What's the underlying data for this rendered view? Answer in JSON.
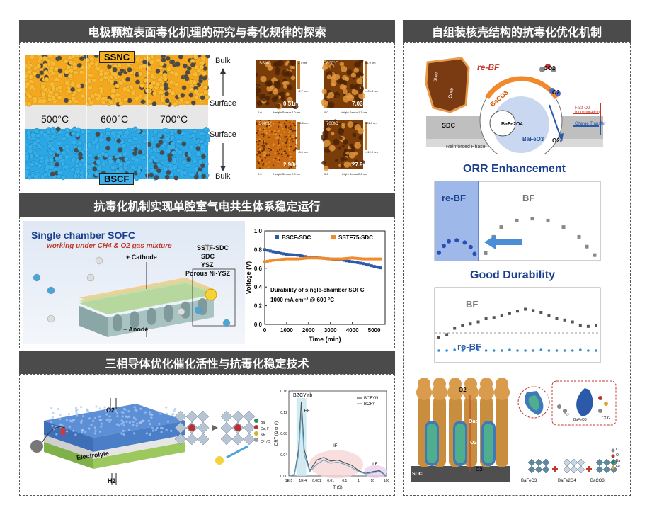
{
  "banners": {
    "b1": "电极颗粒表面毒化机理的研究与毒化规律的探索",
    "b2": "抗毒化机制实现单腔室气电共生体系稳定运行",
    "b3": "三相导体优化催化活性与抗毒化稳定技术",
    "b4": "自组装核壳结构的抗毒化优化机制"
  },
  "panel1": {
    "ssnc": "SSNC",
    "bscf": "BSCF",
    "bulk_top": "Bulk",
    "surface_top": "Surface",
    "surface_bot": "Surface",
    "bulk_bot": "Bulk",
    "temps": [
      "500°C",
      "600°C",
      "700°C"
    ],
    "afm": [
      {
        "corner": "SSNC",
        "value": "0.51nm",
        "scale_top": "2.7 nm",
        "scale_bot": "-2.7 nm",
        "axis": "Height Sensor",
        "x0": "0.0",
        "x1": "2.0 um"
      },
      {
        "corner": "600°C",
        "value": "7.03nm",
        "scale_top": "81.9 nm",
        "scale_bot": "-101.6 nm",
        "axis": "Height Sensor",
        "x0": "0.0",
        "x1": "1.7 um"
      },
      {
        "corner": "500°C",
        "value": "2.98nm",
        "scale_top": "16.6 nm",
        "scale_bot": "-8.0 nm",
        "axis": "Height Sensor",
        "x0": "0.0",
        "x1": "2.0 um"
      },
      {
        "corner": "700°C",
        "value": "27.9nm",
        "scale_top": "131.0 nm",
        "scale_bot": "-112.0 nm",
        "axis": "Height Sensor",
        "x0": "0.0",
        "x1": "2.0 um"
      }
    ]
  },
  "panel2": {
    "title": "Single chamber SOFC",
    "subtitle": "working under CH4 & O2 gas mixture",
    "cathode": "+ Cathode",
    "anode": "− Anode",
    "layers": [
      "SSTF-SDC",
      "SDC",
      "YSZ",
      "Porous Ni-YSZ"
    ]
  },
  "chart_data": [
    {
      "type": "scatter",
      "title": "",
      "legend": [
        "BSCF-SDC",
        "SSTF75-SDC"
      ],
      "xlabel": "Time (min)",
      "ylabel": "Voltage (V)",
      "xlim": [
        0,
        5500
      ],
      "ylim": [
        0.0,
        1.0
      ],
      "xticks": [
        "0",
        "1000",
        "2000",
        "3000",
        "4000",
        "5000"
      ],
      "yticks": [
        "0.0",
        "0.2",
        "0.4",
        "0.6",
        "0.8",
        "1.0"
      ],
      "annotation_1": "Durability of single-chamber SOFC",
      "annotation_2": "1000 mA cm⁻² @ 600 °C",
      "series": [
        {
          "name": "BSCF-SDC",
          "color": "#2a5aa8",
          "x": [
            0,
            500,
            1000,
            1500,
            2000,
            2500,
            3000,
            3500,
            4000,
            4500,
            5000,
            5400
          ],
          "y": [
            0.8,
            0.77,
            0.75,
            0.74,
            0.72,
            0.71,
            0.7,
            0.69,
            0.67,
            0.65,
            0.62,
            0.6
          ]
        },
        {
          "name": "SSTF75-SDC",
          "color": "#f08a2c",
          "x": [
            0,
            500,
            1000,
            1500,
            2000,
            2500,
            3000,
            3500,
            4000,
            4500,
            5000,
            5400
          ],
          "y": [
            0.67,
            0.69,
            0.7,
            0.7,
            0.71,
            0.71,
            0.7,
            0.7,
            0.71,
            0.7,
            0.7,
            0.7
          ]
        }
      ]
    },
    {
      "type": "line",
      "title": "BZCYYb",
      "legend": [
        "BCFYN",
        "BCFY"
      ],
      "xlabel": "T (S)",
      "ylabel": "DRT (Ω cm²)",
      "xticks": [
        "1E-5",
        "1E-4",
        "0.001",
        "0.01",
        "0.1",
        "1",
        "10",
        "100"
      ],
      "yticks": [
        "0.00",
        "0.04",
        "0.08",
        "0.12",
        "0.16"
      ],
      "ylim": [
        0.0,
        0.16
      ],
      "regions": [
        "HF",
        "IF",
        "LF"
      ],
      "series": [
        {
          "name": "BCFYN",
          "color": "#555555",
          "x_log": [
            -5,
            -4.6,
            -4.3,
            -4.1,
            -3.9,
            -3.5,
            -3,
            -2.5,
            -2,
            -1.5,
            -1,
            -0.5,
            0,
            0.5,
            1,
            1.5,
            2
          ],
          "y": [
            0,
            0.003,
            0.05,
            0.14,
            0.05,
            0.01,
            0.03,
            0.035,
            0.028,
            0.03,
            0.025,
            0.02,
            0.01,
            0.005,
            0.008,
            0.01,
            0
          ]
        },
        {
          "name": "BCFY",
          "color": "#6aa8c8",
          "x_log": [
            -5,
            -4.6,
            -4.3,
            -4.1,
            -3.9,
            -3.5,
            -3,
            -2.5,
            -2,
            -1.5,
            -1,
            -0.5,
            0,
            0.5,
            1,
            1.5,
            2
          ],
          "y": [
            0,
            0.002,
            0.04,
            0.12,
            0.04,
            0.008,
            0.022,
            0.03,
            0.024,
            0.026,
            0.022,
            0.016,
            0.008,
            0.004,
            0.006,
            0.008,
            0
          ]
        }
      ]
    },
    {
      "type": "scatter",
      "title": "ORR Enhancement",
      "legend": [
        "re-BF",
        "BF"
      ],
      "series": [
        {
          "name": "re-BF",
          "color": "#2a4fb0",
          "x": [
            0,
            0.05,
            0.1,
            0.18,
            0.26,
            0.32,
            0.36
          ],
          "y": [
            0.02,
            0.08,
            0.12,
            0.13,
            0.11,
            0.07,
            0.01
          ]
        },
        {
          "name": "BF",
          "color": "#888888",
          "x": [
            0.3,
            0.35,
            0.4,
            0.5,
            0.6,
            0.7,
            0.8,
            0.9,
            0.95,
            1.0
          ],
          "y": [
            0.05,
            0.3,
            0.45,
            0.55,
            0.58,
            0.55,
            0.45,
            0.3,
            0.15,
            0.02
          ]
        }
      ]
    },
    {
      "type": "scatter",
      "title": "Good Durability",
      "legend": [
        "BF",
        "re-BF"
      ],
      "series": [
        {
          "name": "BF",
          "color": "#555555",
          "x": [
            0,
            0.05,
            0.1,
            0.15,
            0.2,
            0.25,
            0.3,
            0.35,
            0.4,
            0.45,
            0.5,
            0.55,
            0.6,
            0.65,
            0.7,
            0.75,
            0.8,
            0.85,
            0.9,
            0.95,
            1.0
          ],
          "y": [
            0.3,
            0.35,
            0.45,
            0.5,
            0.52,
            0.55,
            0.6,
            0.62,
            0.65,
            0.68,
            0.72,
            0.75,
            0.73,
            0.7,
            0.65,
            0.6,
            0.58,
            0.55,
            0.5,
            0.48,
            0.5
          ]
        },
        {
          "name": "re-BF",
          "color": "#3a8fd0",
          "x": [
            0,
            0.05,
            0.1,
            0.15,
            0.2,
            0.25,
            0.3,
            0.35,
            0.4,
            0.45,
            0.5,
            0.55,
            0.6,
            0.65,
            0.7,
            0.75,
            0.8,
            0.85,
            0.9,
            0.95,
            1.0
          ],
          "y": [
            0.1,
            0.1,
            0.11,
            0.1,
            0.1,
            0.11,
            0.1,
            0.1,
            0.1,
            0.11,
            0.1,
            0.1,
            0.1,
            0.11,
            0.1,
            0.1,
            0.1,
            0.1,
            0.11,
            0.1,
            0.1
          ]
        }
      ]
    }
  ],
  "panel3": {
    "o2": "O2",
    "h2": "H2",
    "electrolyte": "Electrolyte",
    "legend": [
      "Ba",
      "Co, F",
      "Nb",
      "O²⁻/Cl"
    ]
  },
  "panel4": {
    "re_bf": "re-BF",
    "co2": "CO2",
    "o2": "O2",
    "core": "Core",
    "shell": "Shell",
    "baco3": "BaCO3",
    "bafe2o4": "BaFe2O4",
    "bafeo3": "BaFeO3",
    "o2minus": "O2-",
    "sdc": "SDC",
    "reinforced": "Reinforced Phase",
    "fast": "Fast O2 Incorporation",
    "charge": "Charge Transfer",
    "bot_o2": "O2",
    "bot_oad": "Oad",
    "bot_o2m": "O2-",
    "bot_sdc": "SDC",
    "bot_co2": "CO2",
    "bot_o2b": "O2",
    "bot_labels": [
      "BaFeO3",
      "BaFe2O4",
      "BaCO3"
    ],
    "bot_legend": [
      "C",
      "O",
      "Ba",
      "Fe"
    ]
  }
}
